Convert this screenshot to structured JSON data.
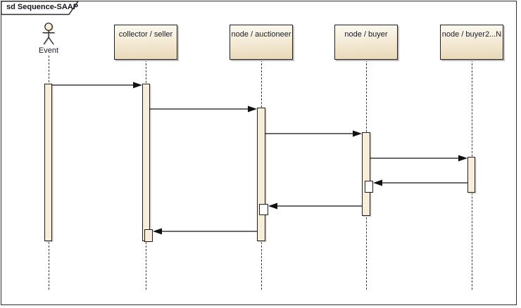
{
  "frame": {
    "title": "sd Sequence-SAAP"
  },
  "actor": {
    "label": "Event"
  },
  "lifelines": [
    {
      "label": "collector / seller"
    },
    {
      "label": "node / auctioneer"
    },
    {
      "label": "node / buyer"
    },
    {
      "label": "node / buyer2...N"
    }
  ],
  "messages": [
    {
      "id": 1,
      "from": "Event",
      "to": "collector / seller",
      "direction": "right"
    },
    {
      "id": 2,
      "from": "collector / seller",
      "to": "node / auctioneer",
      "direction": "right"
    },
    {
      "id": 3,
      "from": "node / auctioneer",
      "to": "node / buyer",
      "direction": "right"
    },
    {
      "id": 4,
      "from": "node / buyer",
      "to": "node / buyer2...N",
      "direction": "right"
    },
    {
      "id": 5,
      "from": "node / buyer2...N",
      "to": "node / buyer",
      "direction": "left"
    },
    {
      "id": 6,
      "from": "node / buyer",
      "to": "node / auctioneer",
      "direction": "left"
    },
    {
      "id": 7,
      "from": "node / auctioneer",
      "to": "collector / seller",
      "direction": "left"
    }
  ],
  "colors": {
    "box_fill_top": "#fdfaf2",
    "box_fill_bottom": "#e9d8b8",
    "activation_fill": "#f7edd9",
    "border": "#1f1f1f",
    "shadow": "#c2c2c2",
    "background": "#ffffff",
    "text": "#1a1a26"
  }
}
